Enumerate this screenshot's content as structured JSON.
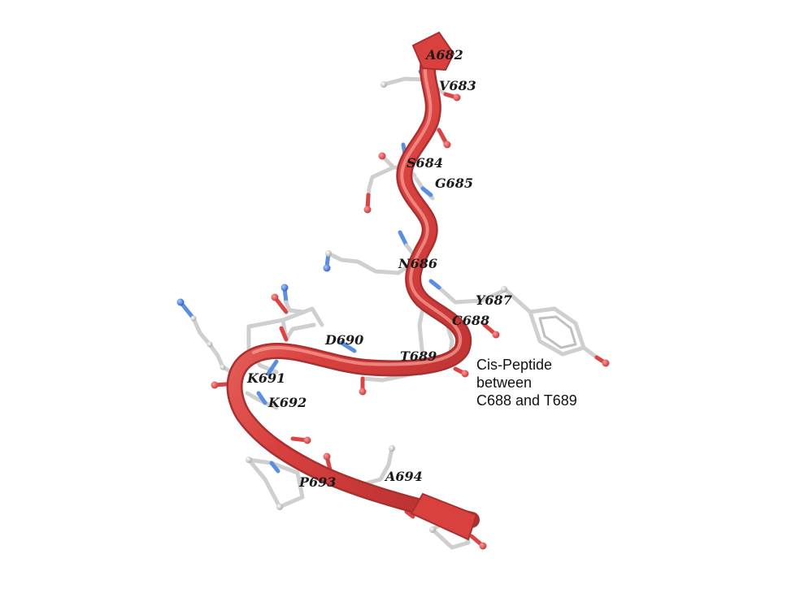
{
  "residues": [
    {
      "id": "A682",
      "label": "A682"
    },
    {
      "id": "V683",
      "label": "V683"
    },
    {
      "id": "S684",
      "label": "S684"
    },
    {
      "id": "G685",
      "label": "G685"
    },
    {
      "id": "N686",
      "label": "N686"
    },
    {
      "id": "Y687",
      "label": "Y687"
    },
    {
      "id": "C688",
      "label": "C688"
    },
    {
      "id": "T689",
      "label": "T689"
    },
    {
      "id": "D690",
      "label": "D690"
    },
    {
      "id": "K691",
      "label": "K691"
    },
    {
      "id": "K692",
      "label": "K692"
    },
    {
      "id": "P693",
      "label": "P693"
    },
    {
      "id": "A694",
      "label": "A694"
    }
  ],
  "annotation": {
    "lines": [
      "Cis-Peptide",
      "between",
      "C688 and T689"
    ]
  },
  "colors": {
    "ribbon": "#d9413f",
    "ribbon_light": "#f07a72",
    "carbon": "#d4d4d4",
    "nitrogen": "#5a8ee0",
    "oxygen": "#d94545",
    "sulfur": "#d8d040"
  }
}
